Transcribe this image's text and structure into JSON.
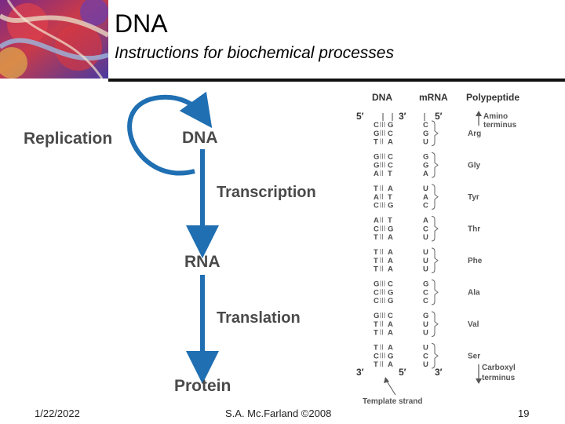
{
  "slide": {
    "title": "DNA",
    "subtitle": "Instructions for biochemical processes",
    "date": "1/22/2022",
    "author": "S.A. Mc.Farland ©2008",
    "page_number": "19"
  },
  "flow": {
    "replication": "Replication",
    "dna": "DNA",
    "transcription": "Transcription",
    "rna": "RNA",
    "translation": "Translation",
    "protein": "Protein",
    "arrow_color": "#1f6fb2"
  },
  "table": {
    "headers": {
      "dna": "DNA",
      "mrna": "mRNA",
      "polypeptide": "Polypeptide"
    },
    "dna_left_top": "5′",
    "dna_right_top": "3′",
    "mrna_top": "5′",
    "dna_left_bottom": "3′",
    "dna_right_bottom": "5′",
    "mrna_bottom": "3′",
    "amino_terminus": [
      "Amino",
      "terminus"
    ],
    "carboxyl_terminus": [
      "Carboxyl",
      "terminus"
    ],
    "template_strand": "Template strand",
    "codons": [
      {
        "dna_left": [
          "C",
          "G",
          "T"
        ],
        "dna_right": [
          "G",
          "C",
          "A"
        ],
        "mrna": [
          "C",
          "G",
          "U"
        ],
        "amino_acid": "Arg"
      },
      {
        "dna_left": [
          "G",
          "G",
          "A"
        ],
        "dna_right": [
          "C",
          "C",
          "T"
        ],
        "mrna": [
          "G",
          "G",
          "A"
        ],
        "amino_acid": "Gly"
      },
      {
        "dna_left": [
          "T",
          "A",
          "C"
        ],
        "dna_right": [
          "A",
          "T",
          "G"
        ],
        "mrna": [
          "U",
          "A",
          "C"
        ],
        "amino_acid": "Tyr"
      },
      {
        "dna_left": [
          "A",
          "C",
          "T"
        ],
        "dna_right": [
          "T",
          "G",
          "A"
        ],
        "mrna": [
          "A",
          "C",
          "U"
        ],
        "amino_acid": "Thr"
      },
      {
        "dna_left": [
          "T",
          "T",
          "T"
        ],
        "dna_right": [
          "A",
          "A",
          "A"
        ],
        "mrna": [
          "U",
          "U",
          "U"
        ],
        "amino_acid": "Phe"
      },
      {
        "dna_left": [
          "G",
          "C",
          "C"
        ],
        "dna_right": [
          "C",
          "G",
          "G"
        ],
        "mrna": [
          "G",
          "C",
          "C"
        ],
        "amino_acid": "Ala"
      },
      {
        "dna_left": [
          "G",
          "T",
          "T"
        ],
        "dna_right": [
          "C",
          "A",
          "A"
        ],
        "mrna": [
          "G",
          "U",
          "U"
        ],
        "amino_acid": "Val"
      },
      {
        "dna_left": [
          "T",
          "C",
          "T"
        ],
        "dna_right": [
          "A",
          "G",
          "A"
        ],
        "mrna": [
          "U",
          "C",
          "U"
        ],
        "amino_acid": "Ser"
      }
    ]
  }
}
